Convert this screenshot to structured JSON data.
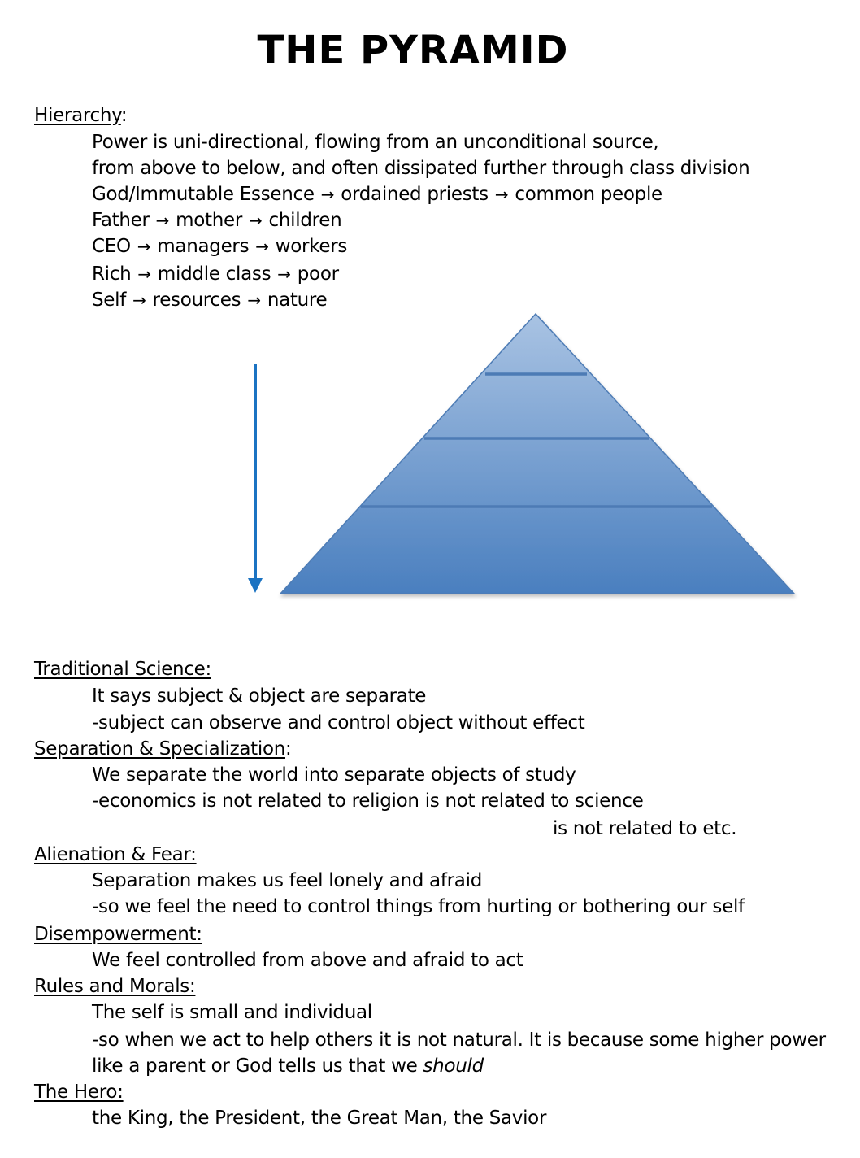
{
  "title": "THE PYRAMID",
  "hierarchy": {
    "heading": "Hierarchy",
    "heading_suffix": ":",
    "line1": "Power is uni-directional, flowing from an unconditional source,",
    "line2": "from above to below, and often dissipated further through class division",
    "chains": [
      [
        "God/Immutable Essence",
        "ordained priests",
        "common people"
      ],
      [
        "Father",
        "mother",
        "children"
      ],
      [
        "CEO",
        "managers",
        "workers"
      ],
      [
        "Rich",
        "middle class",
        "poor"
      ],
      [
        "Self",
        "resources",
        "nature"
      ]
    ],
    "arrow_glyph": "→"
  },
  "diagram": {
    "colors": {
      "top": "#a9c3e3",
      "bottom": "#4a7fbf",
      "rule": "#4d7bb5",
      "arrow": "#1b73c2"
    },
    "levels": 4
  },
  "sections": {
    "science": {
      "heading": "Traditional Science:",
      "line1": "It says subject & object are separate",
      "line2": "-subject can observe and control object without effect"
    },
    "separation": {
      "heading": "Separation & Specialization",
      "heading_suffix": ":",
      "line1": "We separate the world into separate objects of study",
      "line2": "-economics is not related to religion is not related to science",
      "line3": "is not related to etc."
    },
    "alienation": {
      "heading": "Alienation & Fear:",
      "line1": "Separation makes us feel lonely and afraid",
      "line2": "-so we feel the need to control things from hurting or bothering our self"
    },
    "disempowerment": {
      "heading": "Disempowerment:",
      "line1": "We feel controlled from above and afraid to act"
    },
    "rules": {
      "heading": "Rules and Morals:",
      "line1": "The self is small and individual",
      "line2": "-so when we act to help others it is not natural. It is because some higher power",
      "line3": "like a parent or God tells us that we ",
      "line3_em": "should"
    },
    "hero": {
      "heading": "The Hero:",
      "line1": "the King, the President, the Great Man, the Savior"
    }
  }
}
